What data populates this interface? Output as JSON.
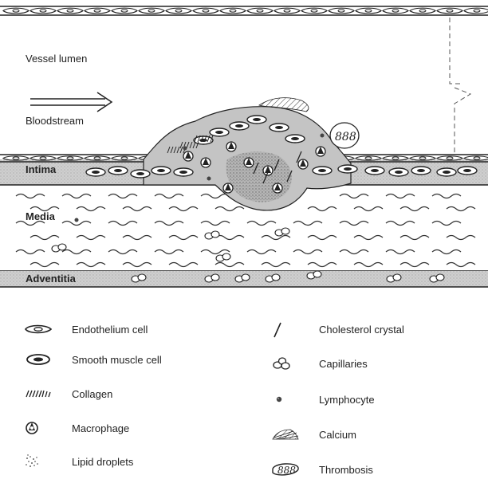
{
  "labels": {
    "vessel_lumen": "Vessel lumen",
    "bloodstream": "Bloodstream",
    "intima": "Intima",
    "media": "Media",
    "adventitia": "Adventitia"
  },
  "legend": {
    "left": [
      {
        "label": "Endothelium cell",
        "icon": "endothelium-cell-icon"
      },
      {
        "label": "Smooth muscle cell",
        "icon": "smooth-muscle-cell-icon"
      },
      {
        "label": "Collagen",
        "icon": "collagen-icon"
      },
      {
        "label": "Macrophage",
        "icon": "macrophage-icon"
      },
      {
        "label": "Lipid droplets",
        "icon": "lipid-droplets-icon"
      }
    ],
    "right": [
      {
        "label": "Cholesterol crystal",
        "icon": "cholesterol-crystal-icon"
      },
      {
        "label": "Capillaries",
        "icon": "capillaries-icon"
      },
      {
        "label": "Lymphocyte",
        "icon": "lymphocyte-icon"
      },
      {
        "label": "Calcium",
        "icon": "calcium-icon"
      },
      {
        "label": "Thrombosis",
        "icon": "thrombosis-icon"
      }
    ]
  },
  "colors": {
    "ink": "#222222",
    "layer_fill": "#d9d9d9",
    "plaque_fill": "#bdbdbd"
  }
}
